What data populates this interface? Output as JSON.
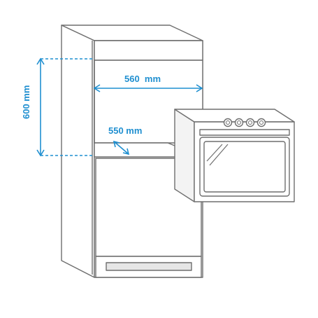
{
  "dimensions": {
    "width_label": "560  mm",
    "depth_label": "550 mm",
    "height_label": "600 mm"
  },
  "colors": {
    "accent": "#1f8fd0",
    "outline": "#6e6e6e",
    "fill": "#ffffff",
    "shade": "#e6e6e6"
  },
  "oven": {
    "knob_count": 4
  }
}
